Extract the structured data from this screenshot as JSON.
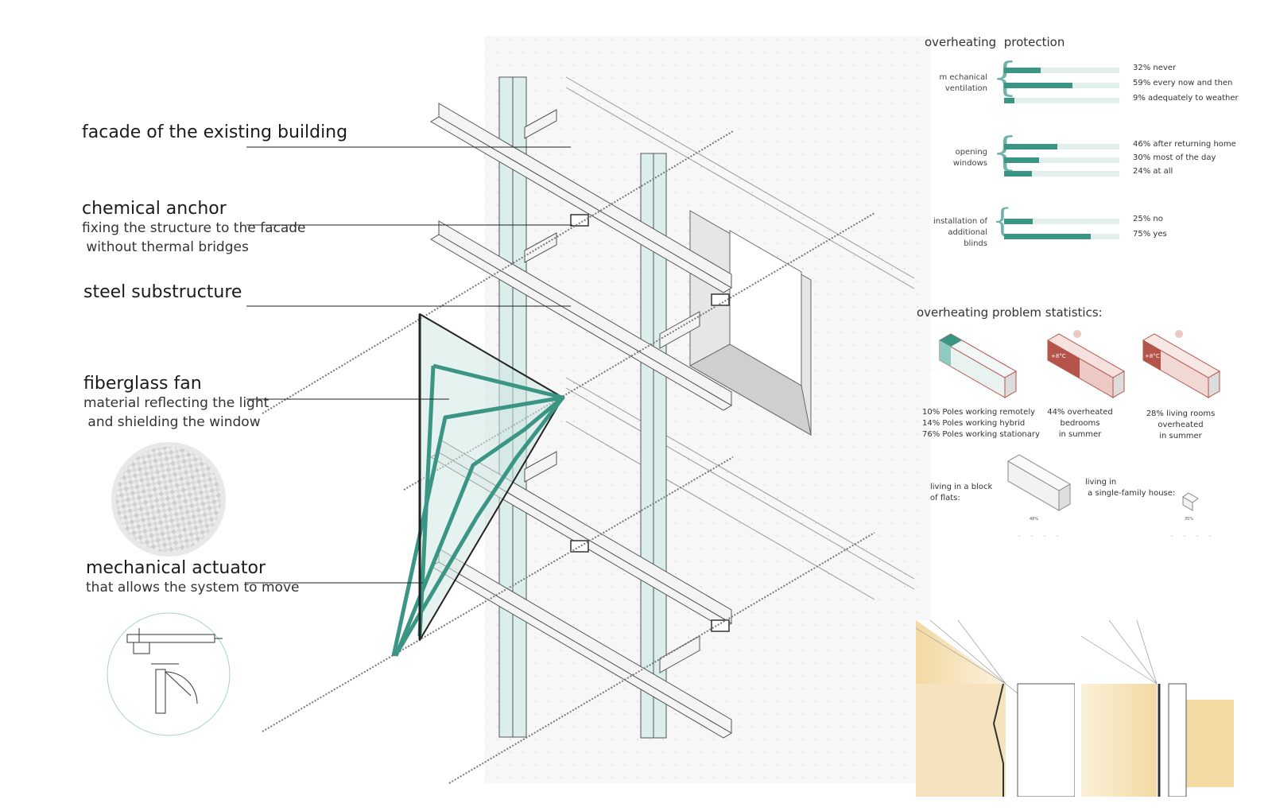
{
  "left_labels": [
    {
      "title": "facade of the existing building",
      "sub": []
    },
    {
      "title": "chemical anchor",
      "sub": [
        "fixing the structure to the facade",
        " without thermal bridges"
      ]
    },
    {
      "title": "steel substructure",
      "sub": []
    },
    {
      "title": "fiberglass fan",
      "sub": [
        "material reflecting the light",
        " and shielding the window"
      ]
    },
    {
      "title": "mechanical actuator",
      "sub": [
        "that allows the system to move"
      ]
    }
  ],
  "overheating_protection": {
    "title": "overheating  protection",
    "groups": [
      {
        "name": "m echanical\nventilation",
        "items": [
          {
            "label": "32% never",
            "value": 32
          },
          {
            "label": "59% every now and then",
            "value": 59
          },
          {
            "label": "9% adequately to weather",
            "value": 9
          }
        ]
      },
      {
        "name": "opening\nwindows",
        "items": [
          {
            "label": "46% after returning home",
            "value": 46
          },
          {
            "label": "30% most of the day",
            "value": 30
          },
          {
            "label": "24% at all",
            "value": 24
          }
        ]
      },
      {
        "name": "installation of\nadditional blinds",
        "items": [
          {
            "label": "25% no",
            "value": 25
          },
          {
            "label": "75% yes",
            "value": 75
          }
        ]
      }
    ]
  },
  "problem_statistics": {
    "title": "overheating problem statistics:",
    "items": [
      {
        "caption": "10% Poles working remotely\n14% Poles working hybrid\n76% Poles working stationary"
      },
      {
        "caption": "44% overheated bedrooms\nin summer",
        "badge": "+8°C"
      },
      {
        "caption": "28% living rooms overheated\nin summer",
        "badge": "+8°C"
      }
    ]
  },
  "living": {
    "block": "living in a block\nof flats:",
    "house": "living in\n a single-family house:",
    "block_pct": "48%",
    "house_pct": "35%"
  },
  "colors": {
    "teal": "#3a9585",
    "teal_light": "#d7ebe8",
    "red": "#b5544a",
    "pink": "#ecc9c5",
    "sun": "#f3d9a2"
  }
}
